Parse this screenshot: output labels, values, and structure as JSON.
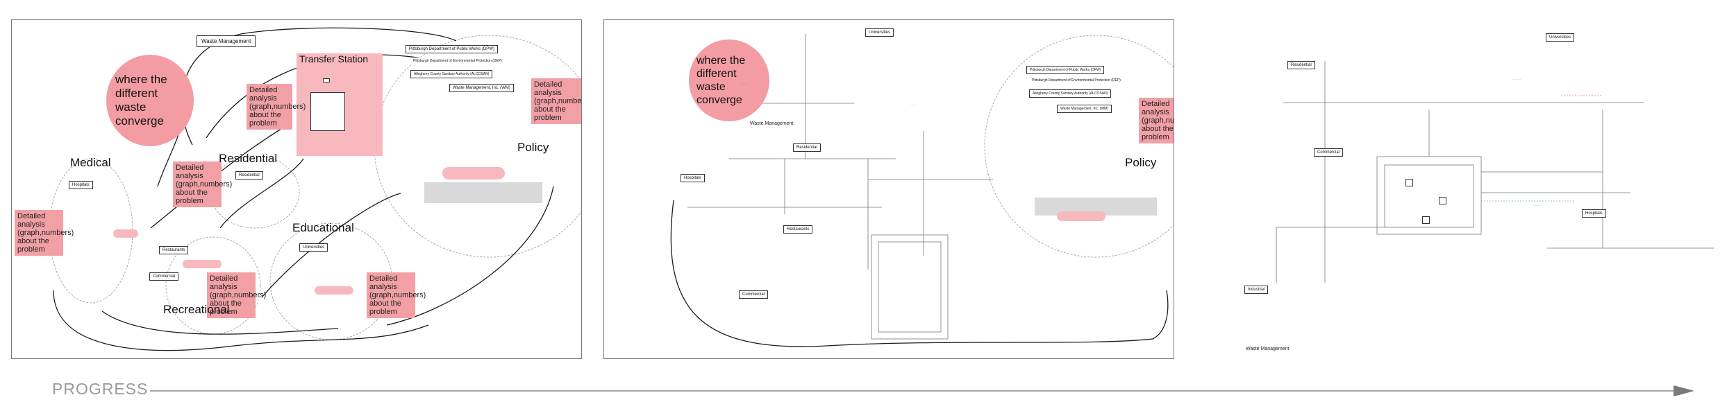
{
  "panel1": {
    "title": "Waste Management",
    "converge": "where the different waste converge",
    "transfer_station": "Transfer Station",
    "medical": "Medical",
    "residential": "Residential",
    "educational": "Educational",
    "recreational": "Recreational",
    "policy": "Policy",
    "hospitals": "Hospitals",
    "residential_box": "Residential",
    "universities": "Universities",
    "restaurants": "Restaurants",
    "commercial": "Commercial",
    "dpw": "Pittsburgh Department of Public Works (DPW)",
    "dep": "Pittsburgh Department of Environmental Protection (DEP)",
    "acsa": "Allegheny County Sanitary Authority (ALCOSAN)",
    "wm": "Waste Management, Inc. (WM)",
    "analysis": "Detailed analysis (graph,numbers) about the problem"
  },
  "panel2": {
    "title": "Waste Management",
    "converge": "where the different waste converge",
    "policy": "Policy",
    "universities": "Universities",
    "residential": "Residential",
    "hospitals": "Hospitals",
    "restaurants": "Restaurants",
    "commercial": "Commercial",
    "dpw": "Pittsburgh Department of Public Works (DPW)",
    "dep": "Pittsburgh Department of Environmental Protection (DEP)",
    "acsa": "Allegheny County Sanitary Authority (ALCOSAN)",
    "wm": "Waste Management, Inc. (WM)",
    "analysis": "Detailed analysis (graph,numbers) about the problem"
  },
  "panel3": {
    "title": "Waste Management",
    "universities": "Universities",
    "residential": "Residential",
    "commercial": "Commercial",
    "hospitals": "Hospitals",
    "industrial": "Industrial"
  },
  "footer": {
    "progress": "PROGRESS"
  }
}
